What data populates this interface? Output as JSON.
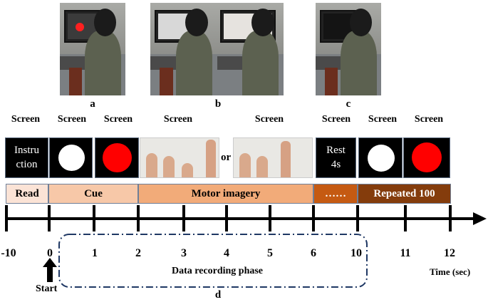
{
  "photos": [
    {
      "label": "a",
      "screen_content": "red-dot"
    },
    {
      "label": "b",
      "screen_content": "hand-leg-image"
    },
    {
      "label": "c",
      "screen_content": "rest-text"
    }
  ],
  "screens": {
    "labels": [
      "Screen",
      "Screen",
      "Screen",
      "Screen",
      "Screen",
      "Screen",
      "Screen",
      "Screen"
    ],
    "instruction_text_1": "Instru",
    "instruction_text_2": "ction",
    "or_text": "or",
    "rest_text_1": "Rest",
    "rest_text_2": "4s",
    "white_color": "#ffffff",
    "red_color": "#ff0000"
  },
  "phases": [
    {
      "label": "Read",
      "color": "#fbe3d6"
    },
    {
      "label": "Cue",
      "color": "#f7c8a8"
    },
    {
      "label": "Motor imagery",
      "color": "#f2ab79"
    },
    {
      "label": "……",
      "color": "#c55a12"
    },
    {
      "label": "Repeated 100",
      "color": "#843c0c"
    }
  ],
  "timeline": {
    "ticks": [
      "-10",
      "0",
      "1",
      "2",
      "3",
      "4",
      "5",
      "6",
      "10",
      "11",
      "12"
    ],
    "axis_label": "Time (sec)",
    "start_label": "Start",
    "recording_label": "Data recording phase",
    "recording_sublabel": "d"
  }
}
